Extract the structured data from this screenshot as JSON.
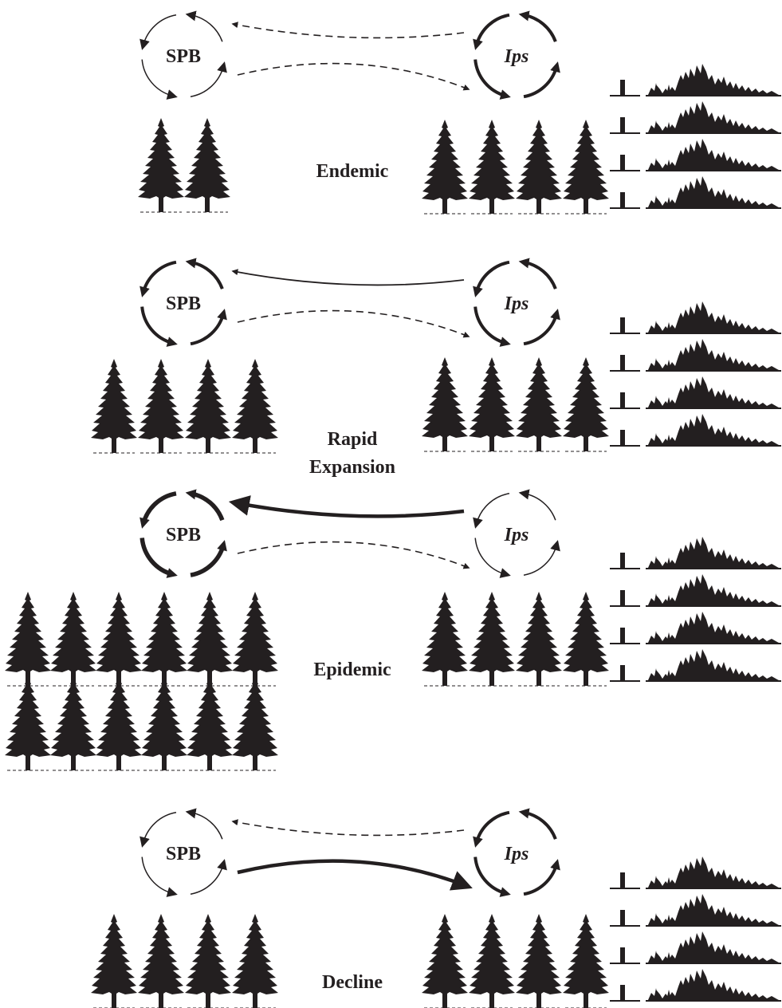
{
  "colors": {
    "ink": "#231f20"
  },
  "nodes": {
    "spb": "SPB",
    "ips": "Ips"
  },
  "icons": {
    "tree": "pine-tree-icon",
    "stand": "logging-slash-icon",
    "cycle": "cycle-arrows-icon"
  },
  "panels": [
    {
      "id": "endemic",
      "label_lines": [
        "Endemic"
      ],
      "spb_cycle": "thin",
      "ips_cycle": "thick",
      "ips_to_spb_arrow": "dashed",
      "spb_to_ips_arrow": "dashed",
      "spb_trees": 2,
      "ips_trees": 4,
      "slash_rows": 4
    },
    {
      "id": "rapid-expansion",
      "label_lines": [
        "Rapid",
        "Expansion"
      ],
      "spb_cycle": "thick",
      "ips_cycle": "thick",
      "ips_to_spb_arrow": "solid",
      "spb_to_ips_arrow": "dashed",
      "spb_trees": 4,
      "ips_trees": 4,
      "slash_rows": 4
    },
    {
      "id": "epidemic",
      "label_lines": [
        "Epidemic"
      ],
      "spb_cycle": "bold",
      "ips_cycle": "thin",
      "ips_to_spb_arrow": "bold",
      "spb_to_ips_arrow": "dashed",
      "spb_trees": 12,
      "ips_trees": 4,
      "slash_rows": 4
    },
    {
      "id": "decline",
      "label_lines": [
        "Decline"
      ],
      "spb_cycle": "thin",
      "ips_cycle": "thick",
      "ips_to_spb_arrow": "dashed",
      "spb_to_ips_arrow": "bold",
      "spb_trees": 4,
      "ips_trees": 4,
      "slash_rows": 4
    }
  ]
}
